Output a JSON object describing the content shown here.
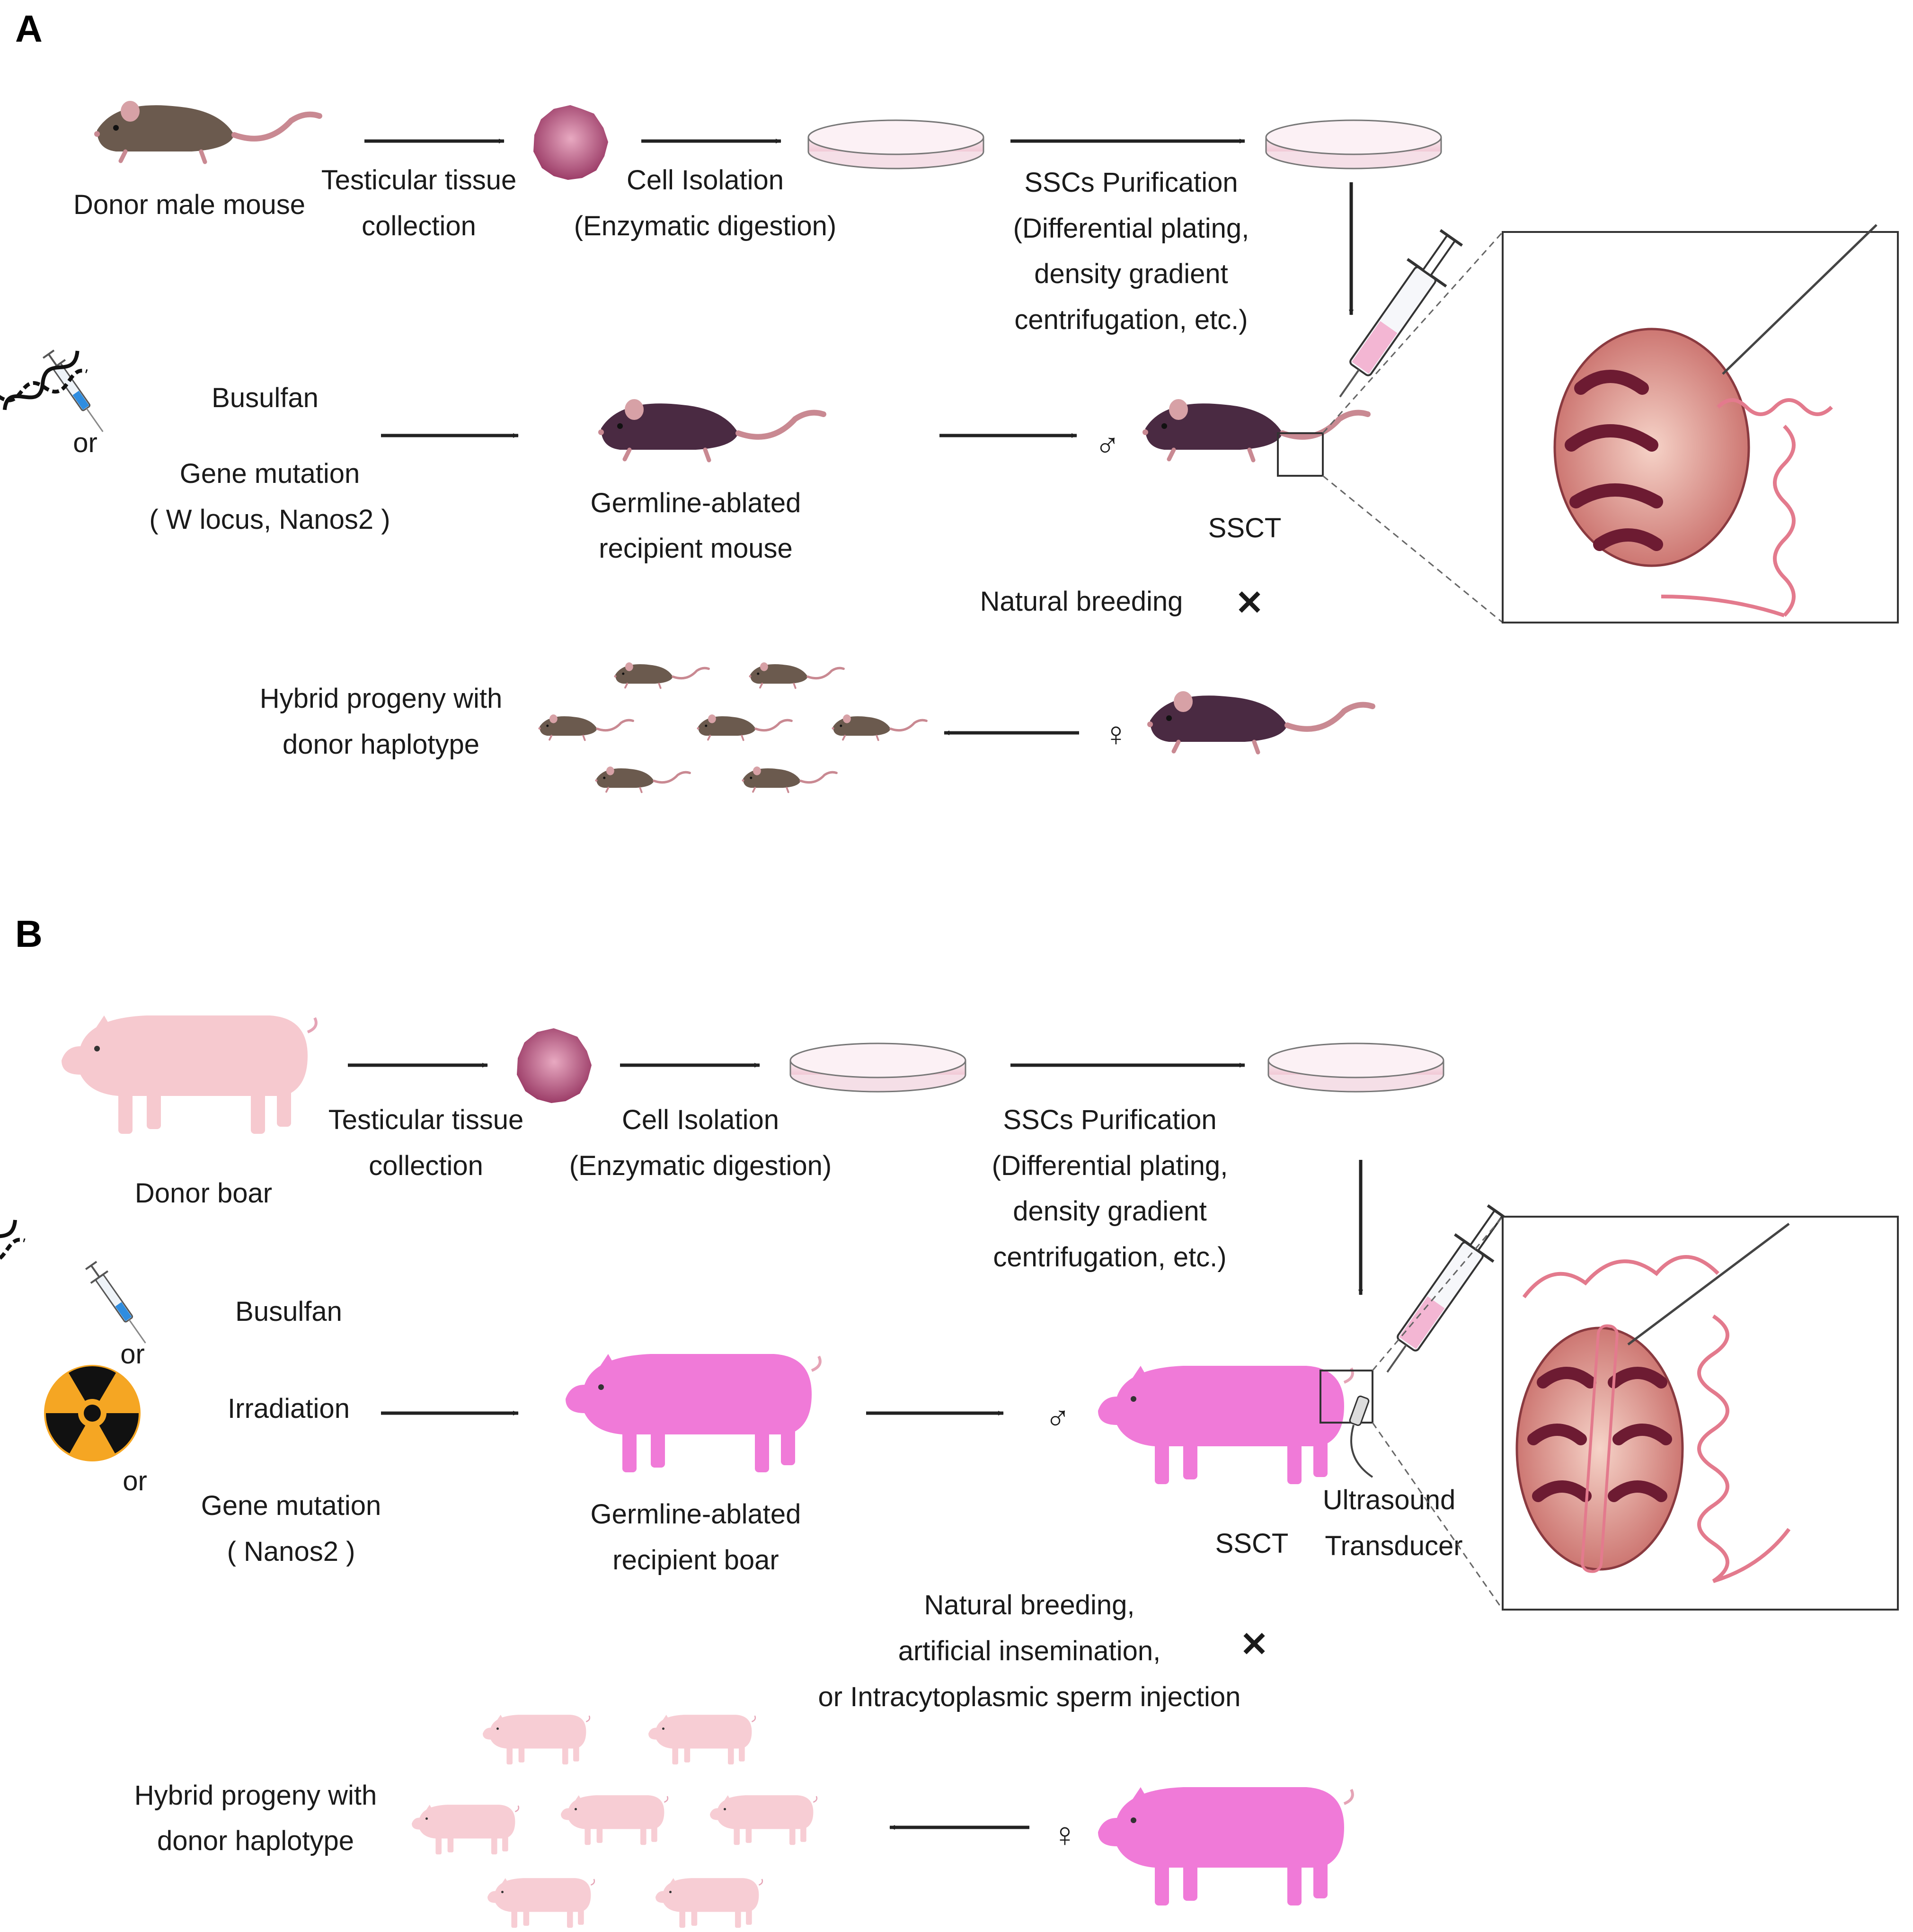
{
  "panel_a": {
    "letter": "A",
    "donor": "Donor male mouse",
    "step1": [
      "Testicular tissue",
      "collection"
    ],
    "step2": [
      "Cell Isolation",
      "(Enzymatic digestion)"
    ],
    "step3": [
      "SSCs Purification",
      "(Differential plating,",
      "density gradient",
      "centrifugation, etc.)"
    ],
    "treatment1": "Busulfan",
    "or": "or",
    "treatment2": "Gene mutation",
    "treatment2_detail": "( W locus, Nanos2 )",
    "recipient": [
      "Germline-ablated",
      "recipient mouse"
    ],
    "male_symbol": "♂",
    "ssct": "SSCT",
    "breeding": "Natural breeding",
    "cross": "✕",
    "female_symbol": "♀",
    "progeny": [
      "Hybrid progeny with",
      "donor haplotype"
    ]
  },
  "panel_b": {
    "letter": "B",
    "donor": "Donor boar",
    "step1": [
      "Testicular tissue",
      "collection"
    ],
    "step2": [
      "Cell Isolation",
      "(Enzymatic digestion)"
    ],
    "step3": [
      "SSCs Purification",
      "(Differential plating,",
      "density gradient",
      "centrifugation, etc.)"
    ],
    "treatment1": "Busulfan",
    "or1": "or",
    "treatment2": "Irradiation",
    "or2": "or",
    "treatment3": "Gene mutation",
    "treatment3_detail": "( Nanos2 )",
    "recipient": [
      "Germline-ablated",
      "recipient boar"
    ],
    "male_symbol": "♂",
    "ssct": "SSCT",
    "transducer": [
      "Ultrasound",
      "Transducer"
    ],
    "breeding": [
      "Natural breeding,",
      "artificial insemination,",
      "or Intracytoplasmic sperm injection"
    ],
    "cross": "✕",
    "female_symbol": "♀",
    "progeny": [
      "Hybrid progeny with",
      "donor haplotype"
    ]
  },
  "colors": {
    "mouse_donor": "#6b5a4e",
    "mouse_recipient": "#4a2a42",
    "pig_donor": "#f6c9cf",
    "pig_recipient": "#f07ad8",
    "tissue": "#b04a78",
    "tubule": "#e37a8d",
    "syringe_blue": "#2f8de0",
    "radiation": "#f5a623"
  },
  "icons": [
    "syringe-icon",
    "dna-icon",
    "radiation-icon",
    "petri-dish-icon",
    "tissue-icon",
    "testis-icon",
    "ultrasound-transducer-icon"
  ]
}
